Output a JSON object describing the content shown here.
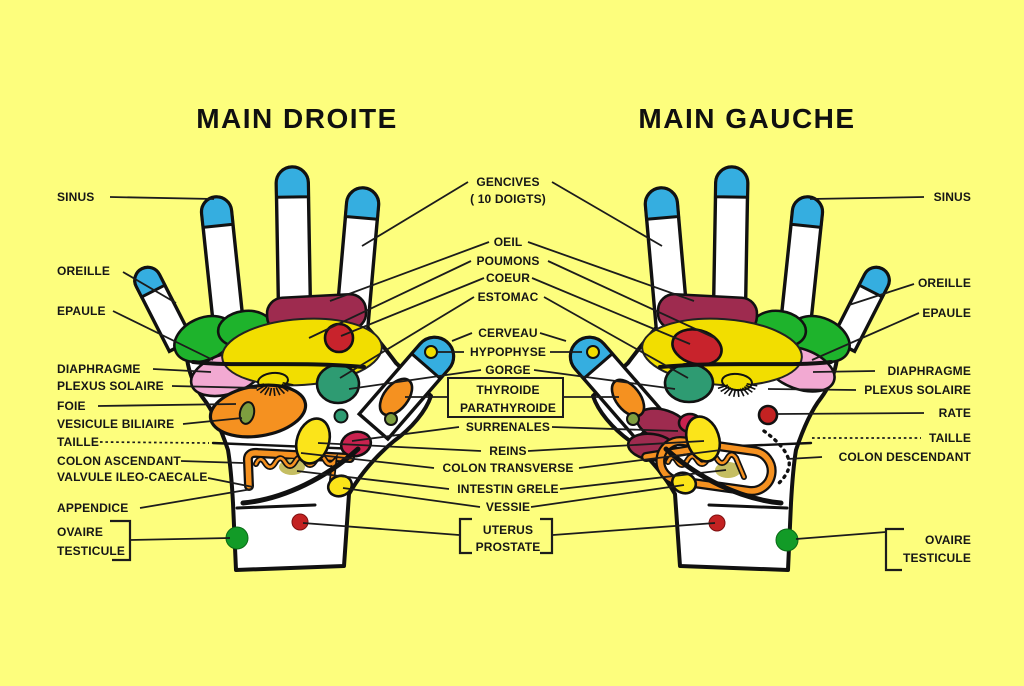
{
  "titles": {
    "right": "MAIN DROITE",
    "left": "MAIN GAUCHE"
  },
  "labels": {
    "left_column": [
      {
        "id": "sinus-l",
        "text": "SINUS"
      },
      {
        "id": "oreille-l",
        "text": "OREILLE"
      },
      {
        "id": "epaule-l",
        "text": "EPAULE"
      },
      {
        "id": "diaphragme-l",
        "text": "DIAPHRAGME"
      },
      {
        "id": "plexus-l",
        "text": "PLEXUS SOLAIRE"
      },
      {
        "id": "foie",
        "text": "FOIE"
      },
      {
        "id": "vesicule",
        "text": "VESICULE BILIAIRE"
      },
      {
        "id": "taille-l",
        "text": "TAILLE"
      },
      {
        "id": "colon-asc",
        "text": "COLON ASCENDANT"
      },
      {
        "id": "valvule",
        "text": "VALVULE ILEO-CAECALE"
      },
      {
        "id": "appendice",
        "text": "APPENDICE"
      },
      {
        "id": "ovaire-l",
        "text": "OVAIRE"
      },
      {
        "id": "testicule-l",
        "text": "TESTICULE"
      }
    ],
    "center_column": [
      {
        "id": "gencives",
        "text": "GENCIVES"
      },
      {
        "id": "dix-doigts",
        "text": "( 10 DOIGTS)"
      },
      {
        "id": "oeil",
        "text": "OEIL"
      },
      {
        "id": "poumons",
        "text": "POUMONS"
      },
      {
        "id": "coeur",
        "text": "COEUR"
      },
      {
        "id": "estomac",
        "text": "ESTOMAC"
      },
      {
        "id": "cerveau",
        "text": "CERVEAU"
      },
      {
        "id": "hypophyse",
        "text": "HYPOPHYSE"
      },
      {
        "id": "gorge",
        "text": "GORGE"
      },
      {
        "id": "thyroide",
        "text": "THYROIDE"
      },
      {
        "id": "parathyroide",
        "text": "PARATHYROIDE"
      },
      {
        "id": "surrenales",
        "text": "SURRENALES"
      },
      {
        "id": "reins",
        "text": "REINS"
      },
      {
        "id": "colon-trans",
        "text": "COLON TRANSVERSE"
      },
      {
        "id": "intestin",
        "text": "INTESTIN GRELE"
      },
      {
        "id": "vessie",
        "text": "VESSIE"
      },
      {
        "id": "uterus",
        "text": "UTERUS"
      },
      {
        "id": "prostate",
        "text": "PROSTATE"
      }
    ],
    "right_column": [
      {
        "id": "sinus-r",
        "text": "SINUS"
      },
      {
        "id": "oreille-r",
        "text": "OREILLE"
      },
      {
        "id": "epaule-r",
        "text": "EPAULE"
      },
      {
        "id": "diaphragme-r",
        "text": "DIAPHRAGME"
      },
      {
        "id": "plexus-r",
        "text": "PLEXUS SOLAIRE"
      },
      {
        "id": "rate",
        "text": "RATE"
      },
      {
        "id": "taille-r",
        "text": "TAILLE"
      },
      {
        "id": "colon-desc",
        "text": "COLON DESCENDANT"
      },
      {
        "id": "ovaire-r",
        "text": "OVAIRE"
      },
      {
        "id": "testicule-r",
        "text": "TESTICULE"
      }
    ]
  },
  "colors": {
    "background": "#FDFE7D",
    "zone_yellow": "#F2DE00",
    "zone_green": "#1EB32C",
    "zone_pink": "#F2A9D2",
    "zone_maroon": "#9E2B4F",
    "zone_red": "#C8232C",
    "zone_teal": "#2E9B72",
    "zone_orange": "#F59120",
    "zone_crimson": "#C9224F",
    "zone_olive": "#7E9E3F",
    "fingertip_blue": "#35AEE0",
    "dot_green": "#129B27",
    "dot_red": "#C32222"
  }
}
